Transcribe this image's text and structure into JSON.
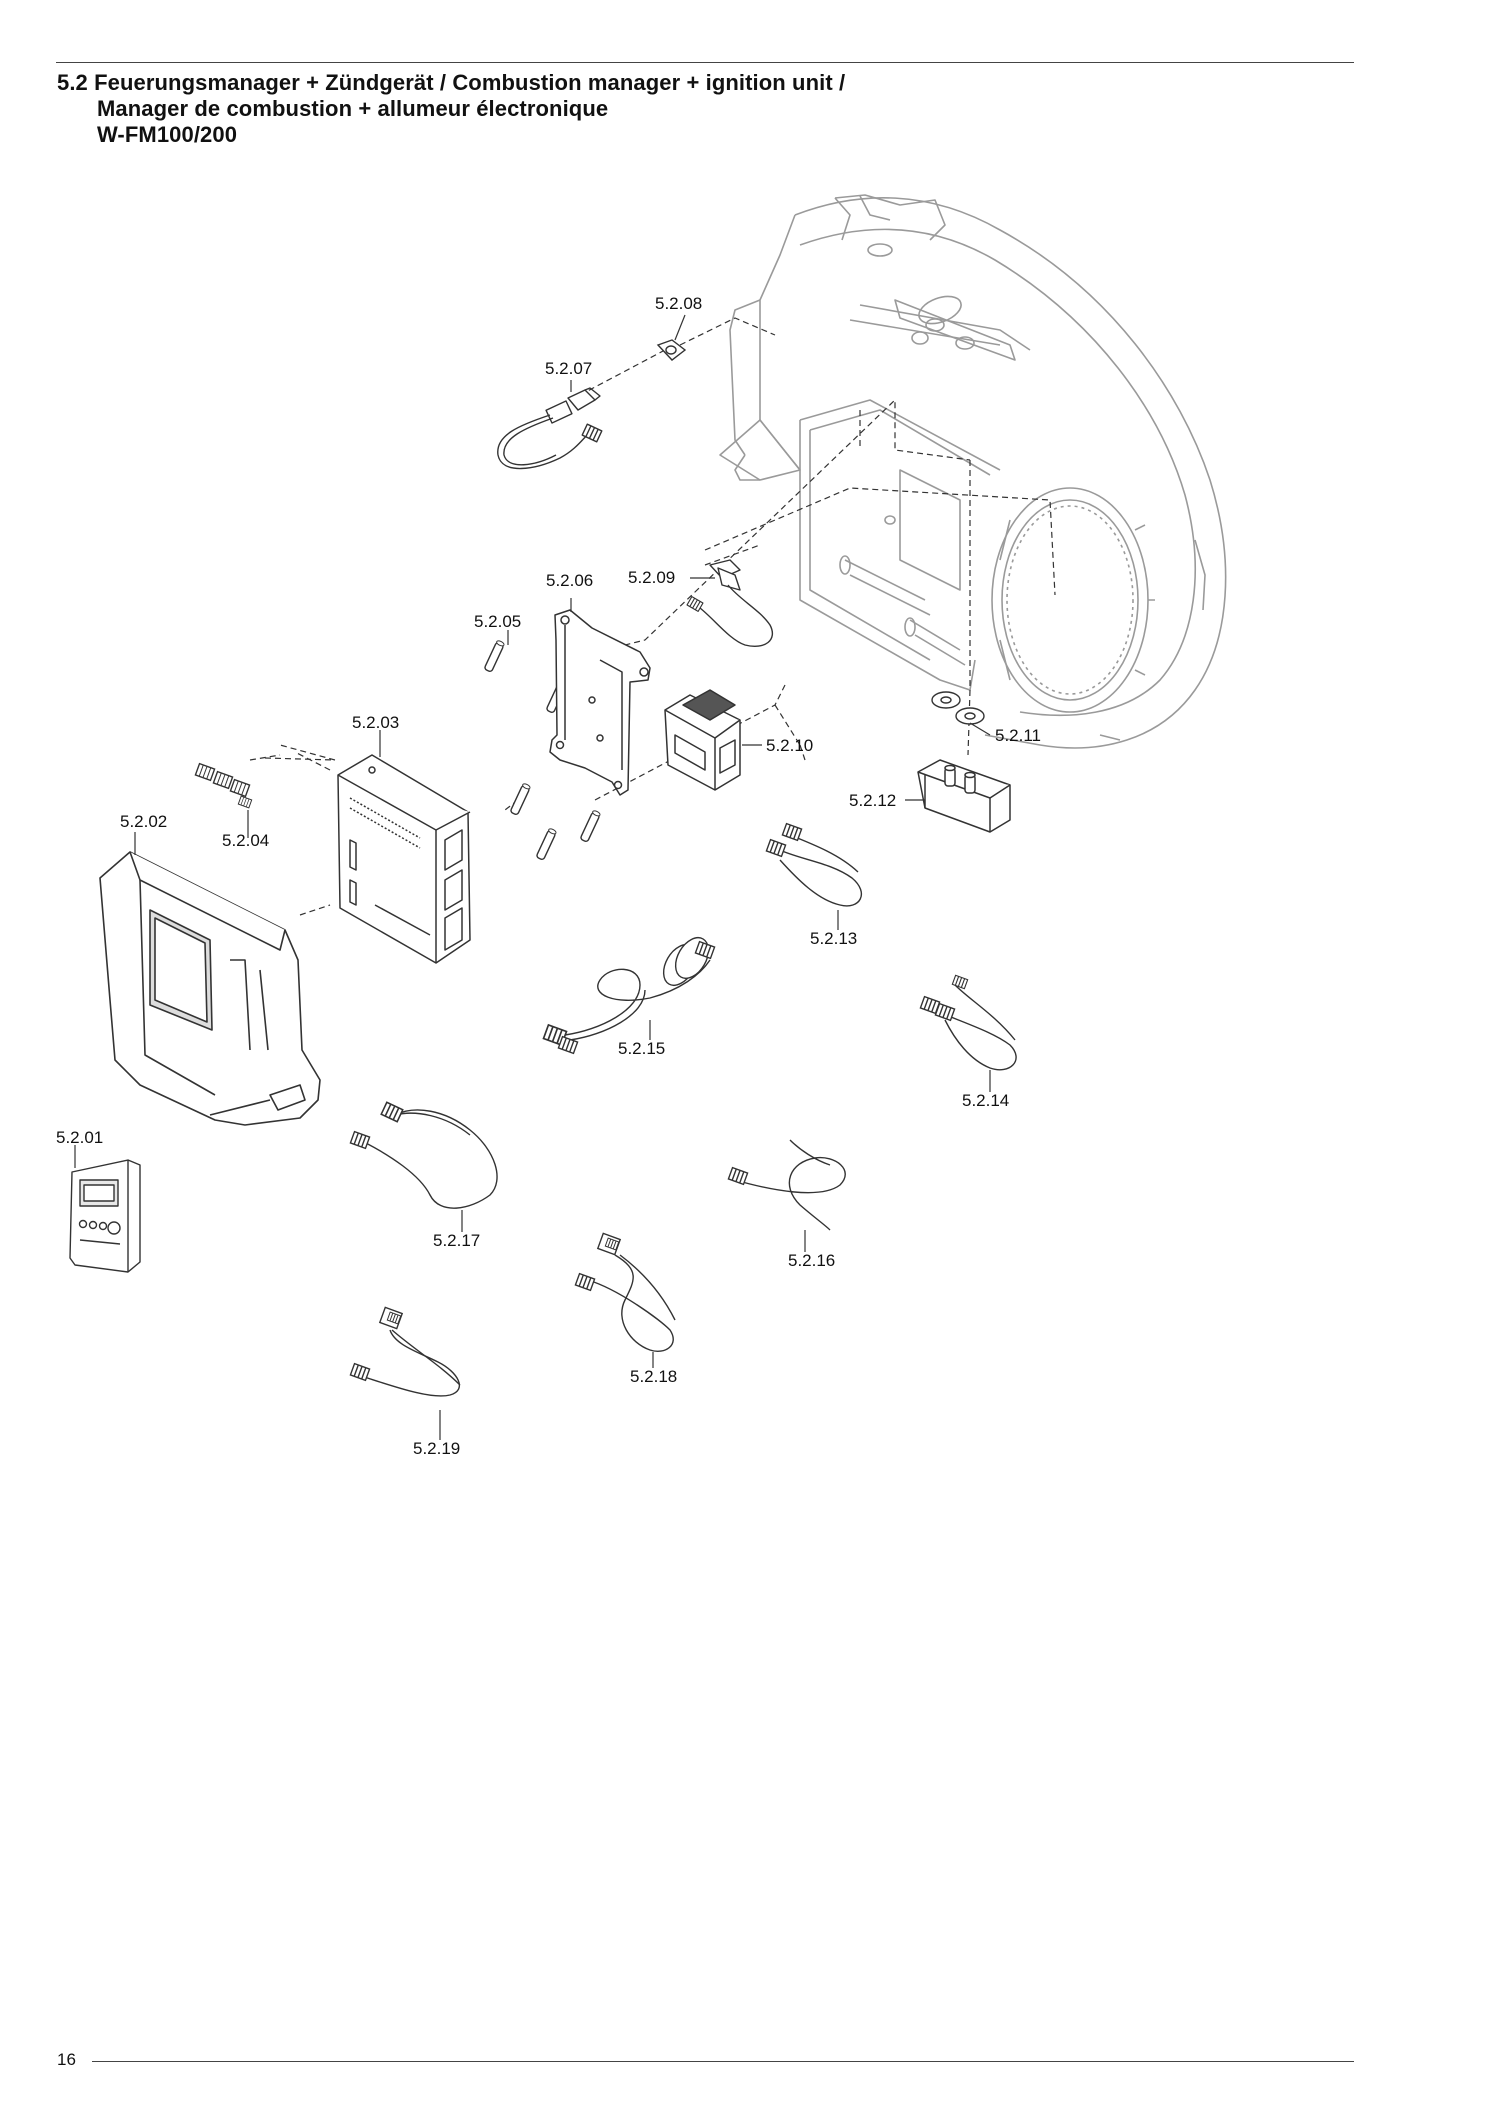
{
  "heading": {
    "line1": "5.2 Feuerungsmanager + Zündgerät / Combustion manager + ignition unit /",
    "line2": "Manager de combustion + allumeur électronique",
    "line3": "W-FM100/200"
  },
  "callouts": {
    "c01": "5.2.01",
    "c02": "5.2.02",
    "c03": "5.2.03",
    "c04": "5.2.04",
    "c05": "5.2.05",
    "c06": "5.2.06",
    "c07": "5.2.07",
    "c08": "5.2.08",
    "c09": "5.2.09",
    "c10": "5.2.10",
    "c11": "5.2.11",
    "c12": "5.2.12",
    "c13": "5.2.13",
    "c14": "5.2.14",
    "c15": "5.2.15",
    "c16": "5.2.16",
    "c17": "5.2.17",
    "c18": "5.2.18",
    "c19": "5.2.19"
  },
  "page_number": "16",
  "colors": {
    "line_art": "#333333",
    "housing": "#9a9a9a"
  }
}
